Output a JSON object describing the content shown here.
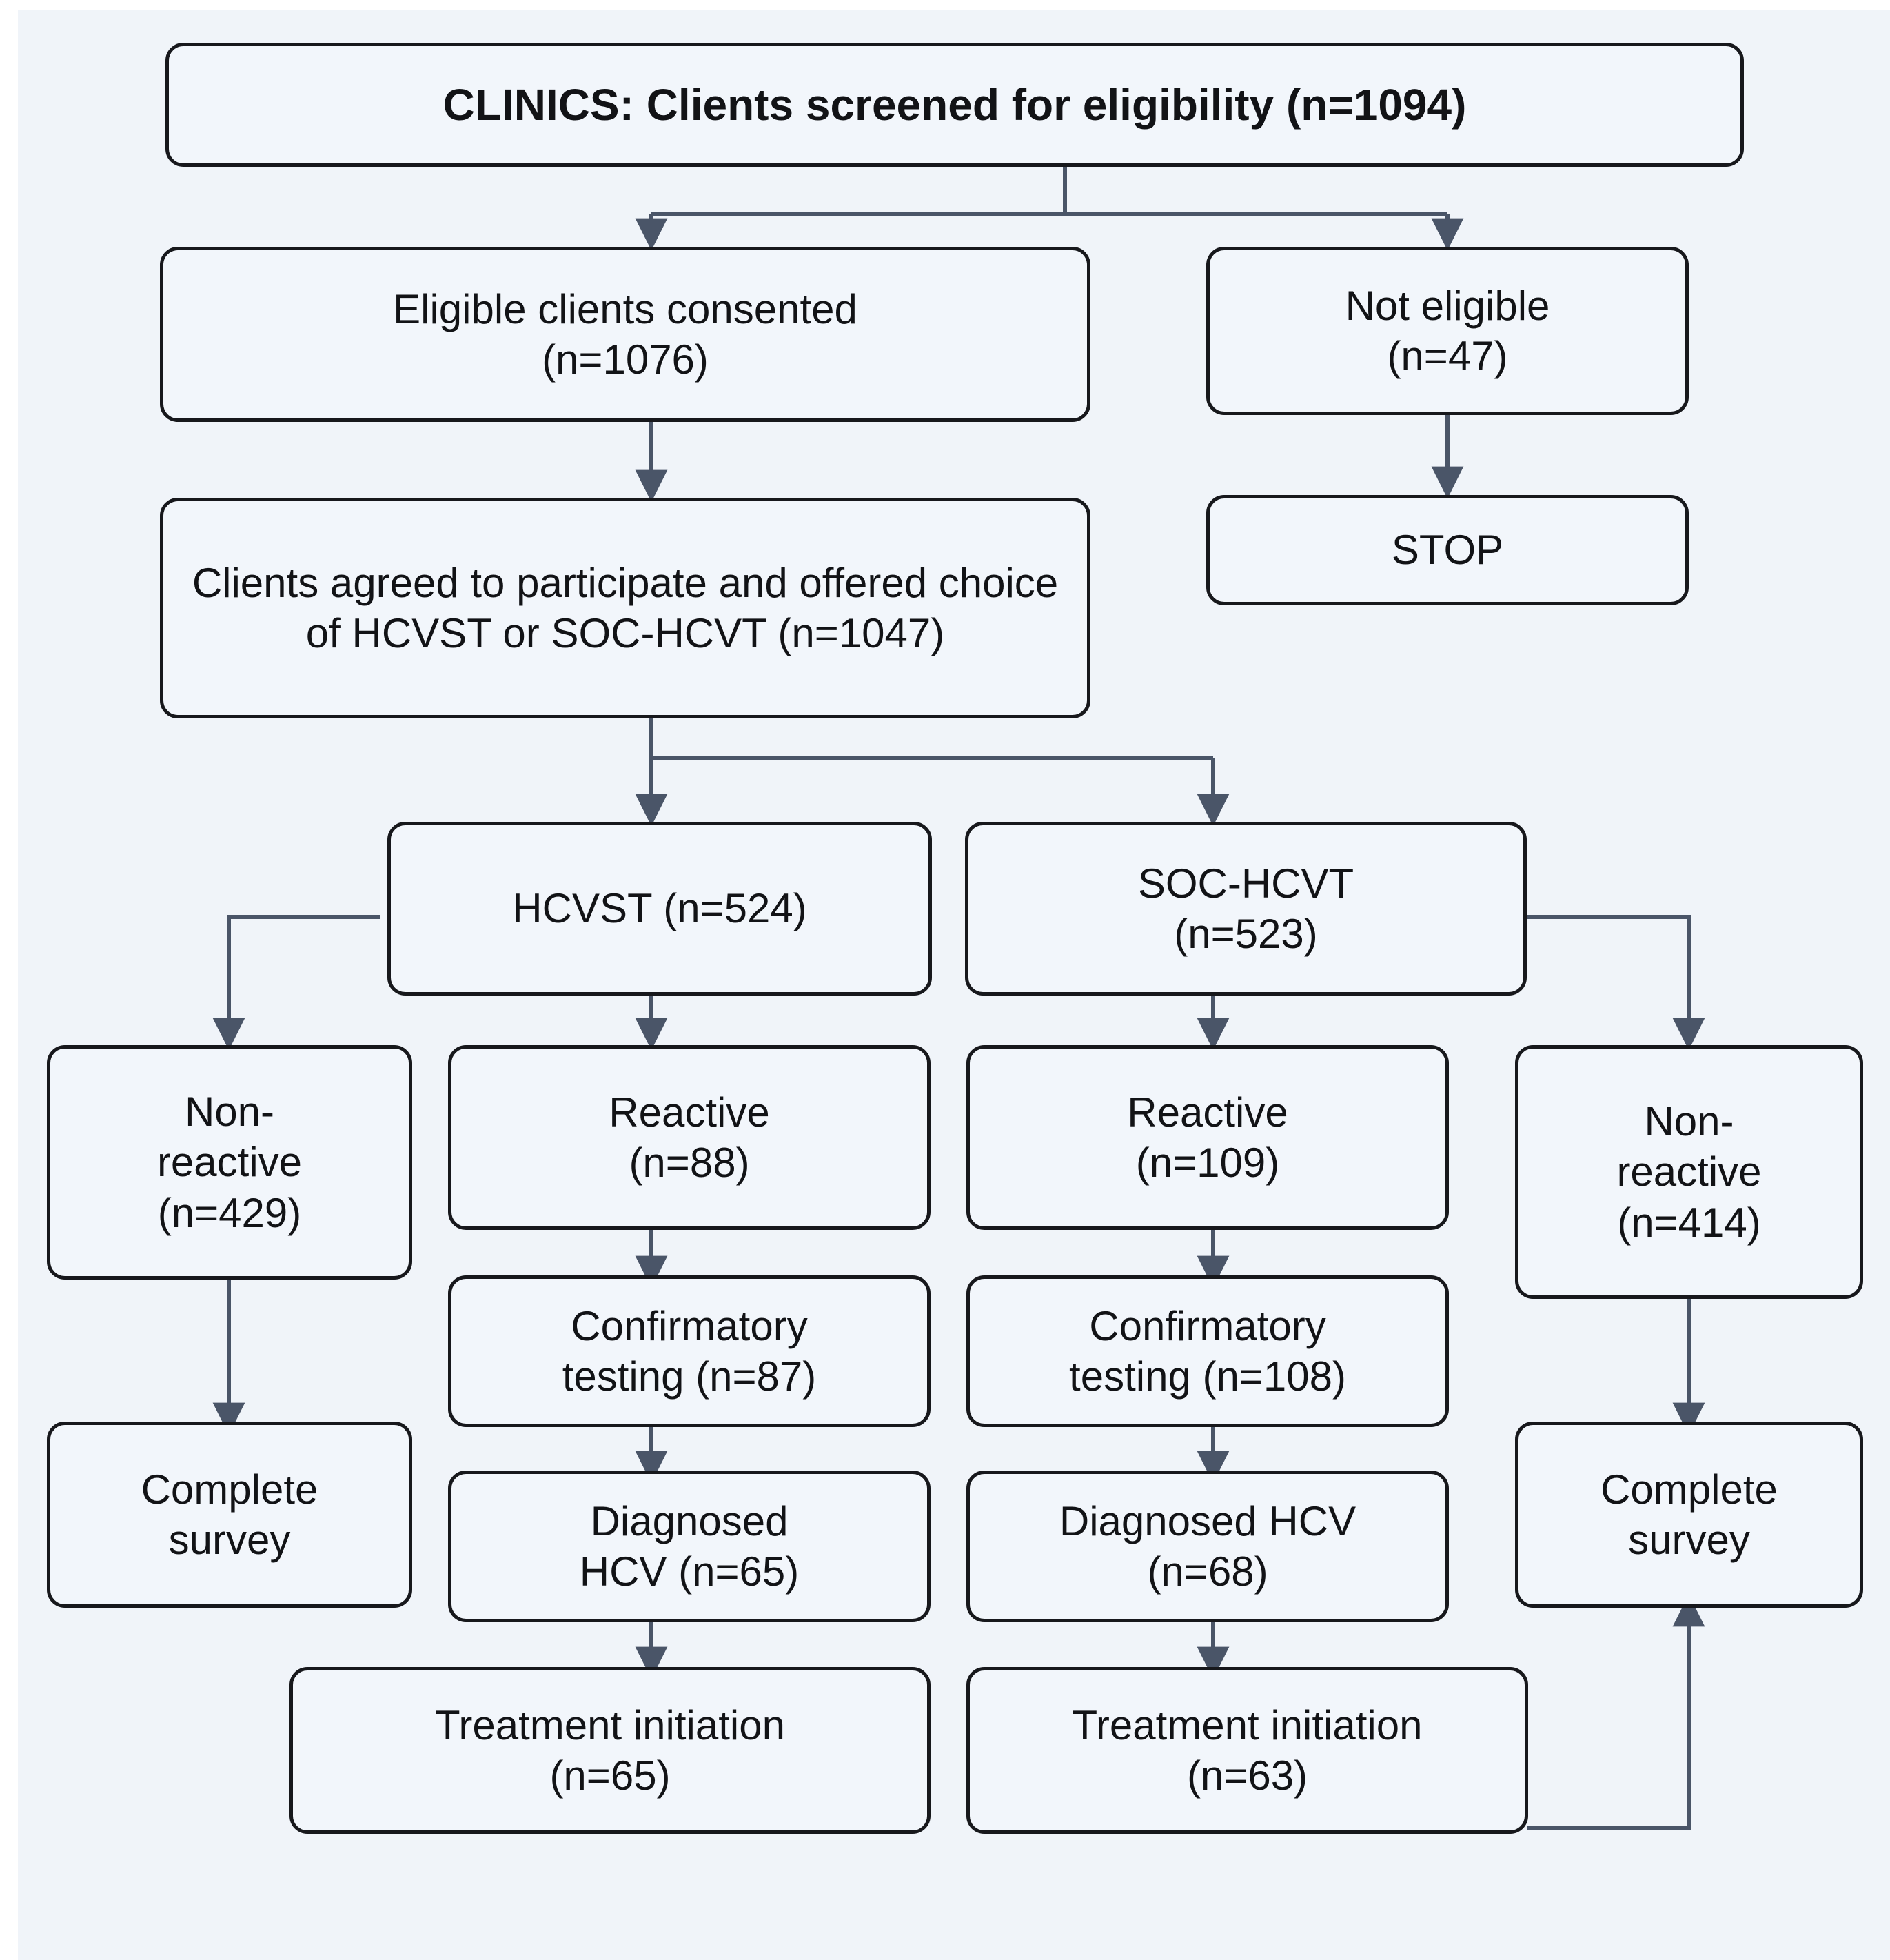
{
  "figure": {
    "type": "flowchart",
    "title": "CLINICS study participant flow diagram",
    "background_color": "#f0f4f9",
    "node_fill": "#f2f6fb",
    "node_border_color": "#17181c",
    "edge_color": "#4a5568"
  },
  "nodes": {
    "screened": {
      "label": "CLINICS: Clients screened for eligibility (n=1094)",
      "n": 1094
    },
    "consented": {
      "label": "Eligible clients consented\n(n=1076)",
      "n": 1076
    },
    "not_eligible": {
      "label": "Not eligible\n(n=47)",
      "n": 47
    },
    "stop": {
      "label": "STOP"
    },
    "agreed": {
      "label": "Clients agreed to participate and offered choice of HCVST or SOC-HCVT (n=1047)",
      "n": 1047
    },
    "hcvst": {
      "label": "HCVST (n=524)",
      "n": 524
    },
    "soc_hcvt": {
      "label": "SOC-HCVT\n(n=523)",
      "n": 523
    },
    "hcvst_nonreactive": {
      "label": "Non-\nreactive\n(n=429)",
      "n": 429
    },
    "hcvst_reactive": {
      "label": "Reactive\n(n=88)",
      "n": 88
    },
    "soc_reactive": {
      "label": "Reactive\n(n=109)",
      "n": 109
    },
    "soc_nonreactive": {
      "label": "Non-\nreactive\n(n=414)",
      "n": 414
    },
    "hcvst_confirm": {
      "label": "Confirmatory\ntesting (n=87)",
      "n": 87
    },
    "soc_confirm": {
      "label": "Confirmatory\ntesting (n=108)",
      "n": 108
    },
    "hcvst_survey": {
      "label": "Complete\nsurvey"
    },
    "hcvst_diagnosed": {
      "label": "Diagnosed\nHCV (n=65)",
      "n": 65
    },
    "soc_diagnosed": {
      "label": "Diagnosed HCV\n(n=68)",
      "n": 68
    },
    "soc_survey": {
      "label": "Complete\nsurvey"
    },
    "hcvst_treatment": {
      "label": "Treatment initiation\n(n=65)",
      "n": 65
    },
    "soc_treatment": {
      "label": "Treatment initiation\n(n=63)",
      "n": 63
    }
  },
  "edges": [
    {
      "from": "screened",
      "to": "consented"
    },
    {
      "from": "screened",
      "to": "not_eligible"
    },
    {
      "from": "not_eligible",
      "to": "stop"
    },
    {
      "from": "consented",
      "to": "agreed"
    },
    {
      "from": "agreed",
      "to": "hcvst"
    },
    {
      "from": "agreed",
      "to": "soc_hcvt"
    },
    {
      "from": "hcvst",
      "to": "hcvst_nonreactive"
    },
    {
      "from": "hcvst",
      "to": "hcvst_reactive"
    },
    {
      "from": "soc_hcvt",
      "to": "soc_reactive"
    },
    {
      "from": "soc_hcvt",
      "to": "soc_nonreactive"
    },
    {
      "from": "hcvst_nonreactive",
      "to": "hcvst_survey"
    },
    {
      "from": "hcvst_reactive",
      "to": "hcvst_confirm"
    },
    {
      "from": "hcvst_confirm",
      "to": "hcvst_diagnosed"
    },
    {
      "from": "hcvst_diagnosed",
      "to": "hcvst_treatment"
    },
    {
      "from": "soc_reactive",
      "to": "soc_confirm"
    },
    {
      "from": "soc_confirm",
      "to": "soc_diagnosed"
    },
    {
      "from": "soc_diagnosed",
      "to": "soc_treatment"
    },
    {
      "from": "soc_nonreactive",
      "to": "soc_survey"
    },
    {
      "from": "soc_treatment",
      "to": "soc_survey"
    }
  ]
}
